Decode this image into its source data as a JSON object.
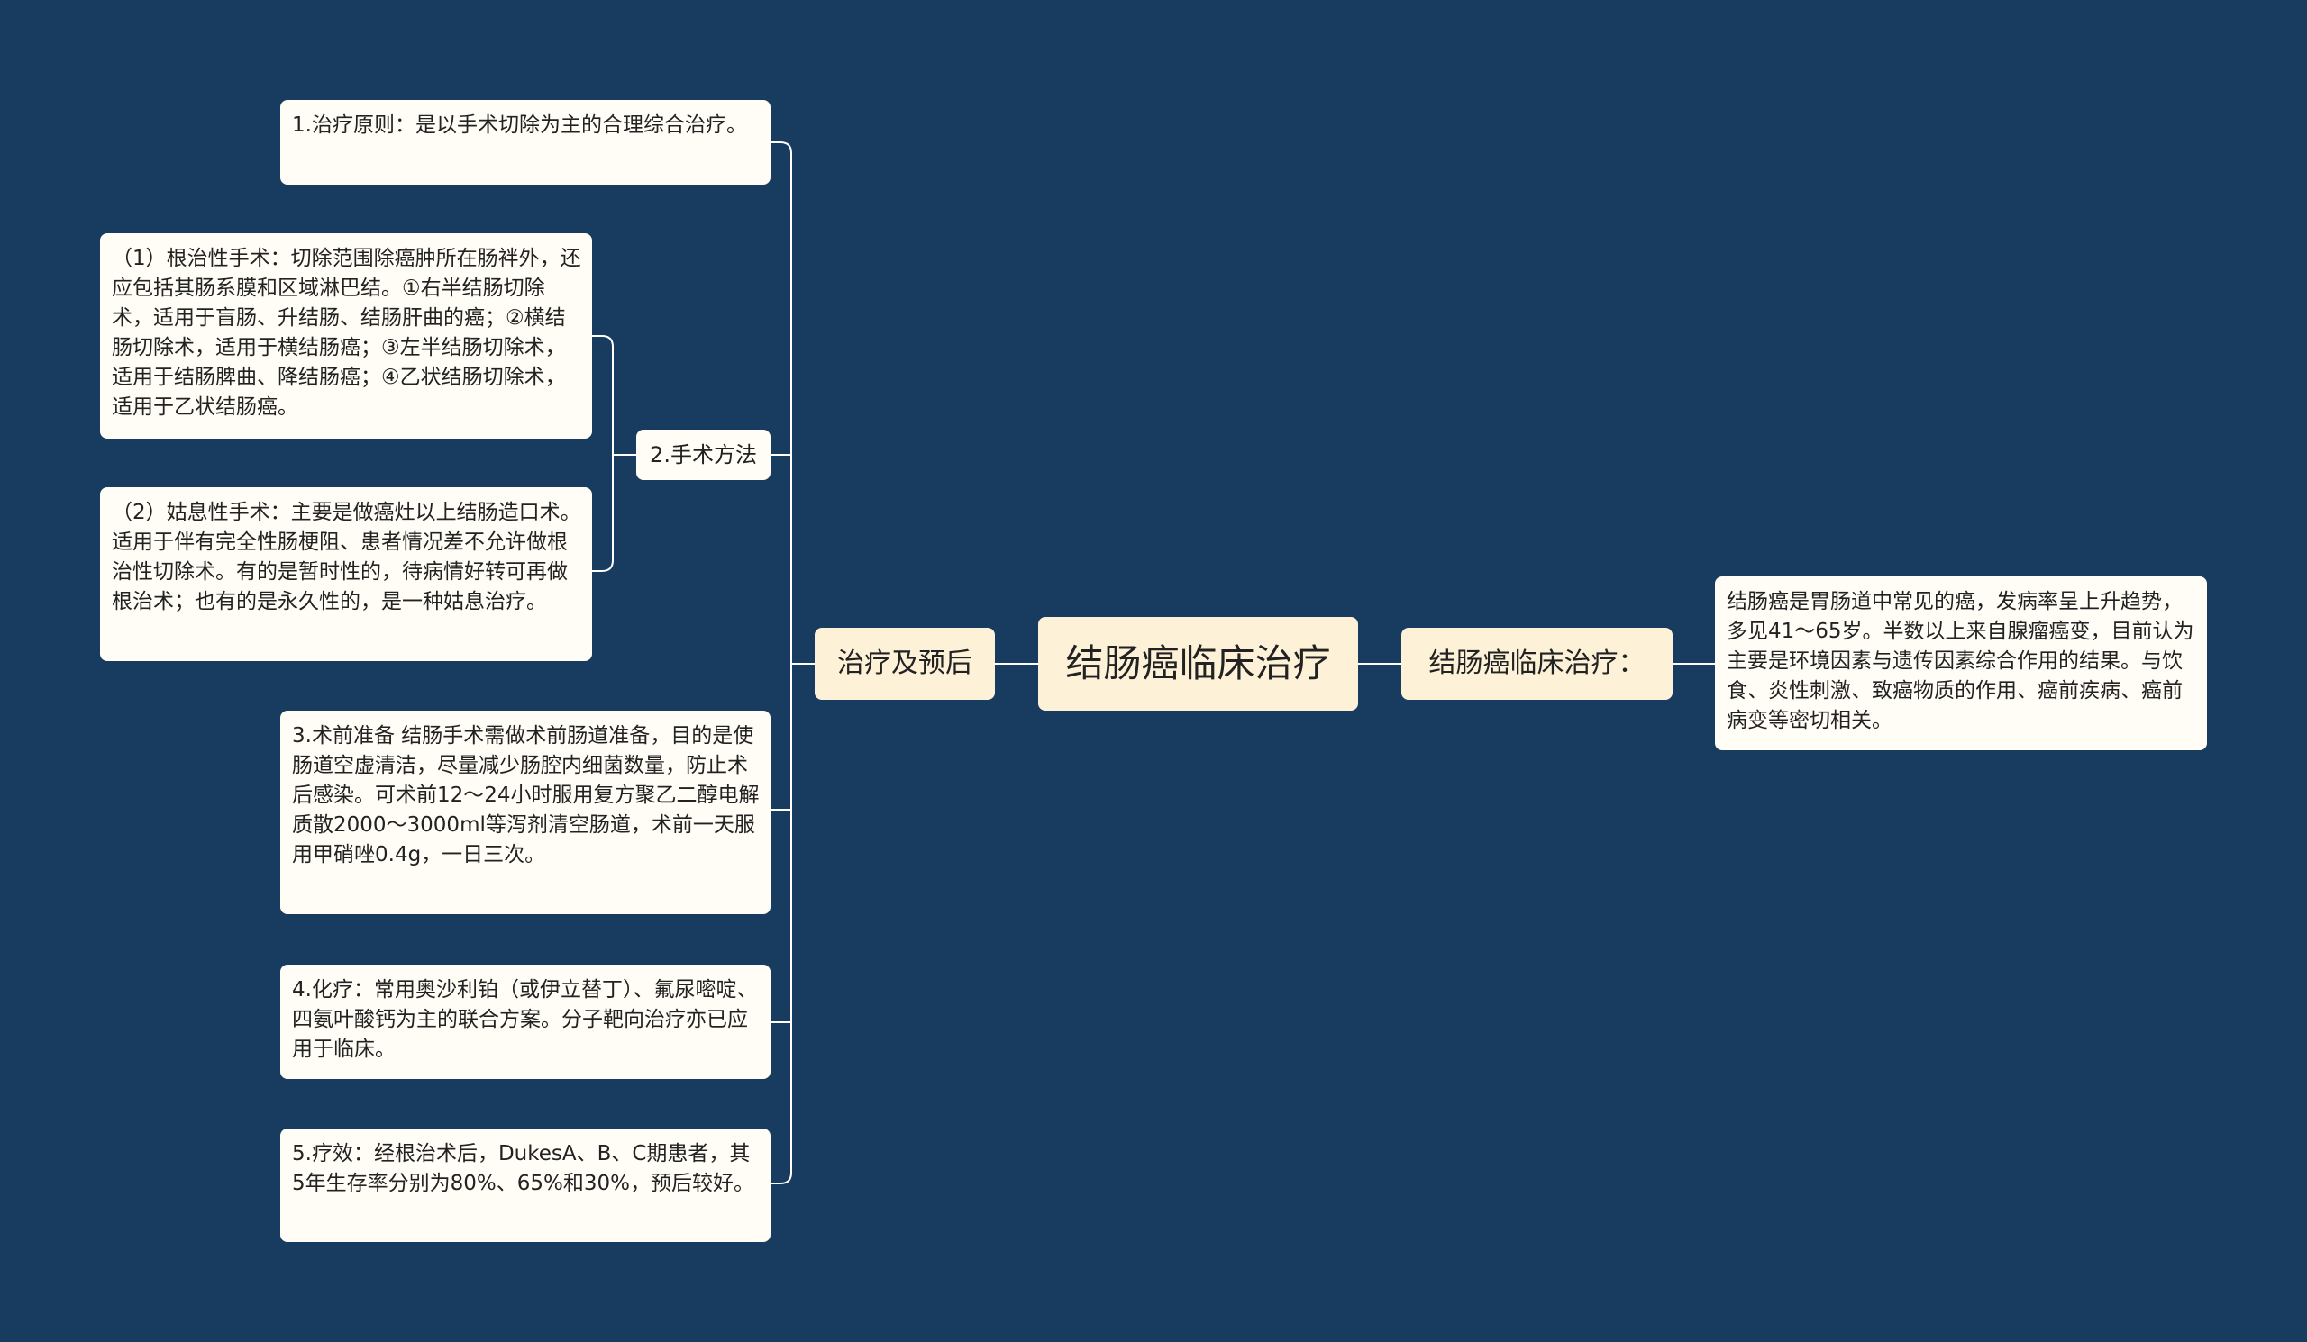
{
  "root": "结肠癌临床治疗",
  "left_branch": {
    "label": "治疗及预后",
    "items": [
      "1.治疗原则：是以手术切除为主的合理综合治疗。",
      "2.手术方法",
      "3.术前准备 结肠手术需做术前肠道准备，目的是使肠道空虚清洁，尽量减少肠腔内细菌数量，防止术后感染。可术前12～24小时服用复方聚乙二醇电解质散2000～3000ml等泻剂清空肠道，术前一天服用甲硝唑0.4g，一日三次。",
      "4.化疗：常用奥沙利铂（或伊立替丁）、氟尿嘧啶、四氨叶酸钙为主的联合方案。分子靶向治疗亦已应用于临床。",
      "5.疗效：经根治术后，DukesA、B、C期患者，其5年生存率分别为80%、65%和30%，预后较好。"
    ],
    "surgery_items": [
      "（1）根治性手术：切除范围除癌肿所在肠袢外，还应包括其肠系膜和区域淋巴结。①右半结肠切除术，适用于盲肠、升结肠、结肠肝曲的癌；②横结肠切除术，适用于横结肠癌；③左半结肠切除术，适用于结肠脾曲、降结肠癌；④乙状结肠切除术，适用于乙状结肠癌。",
      "（2）姑息性手术：主要是做癌灶以上结肠造口术。适用于伴有完全性肠梗阻、患者情况差不允许做根治性切除术。有的是暂时性的，待病情好转可再做根治术；也有的是永久性的，是一种姑息治疗。"
    ]
  },
  "right_branch": {
    "label": "结肠癌临床治疗：",
    "text": "结肠癌是胃肠道中常见的癌，发病率呈上升趋势，多见41～65岁。半数以上来自腺瘤癌变，目前认为主要是环境因素与遗传因素综合作用的结果。与饮食、炎性刺激、致癌物质的作用、癌前疾病、癌前病变等密切相关。"
  }
}
